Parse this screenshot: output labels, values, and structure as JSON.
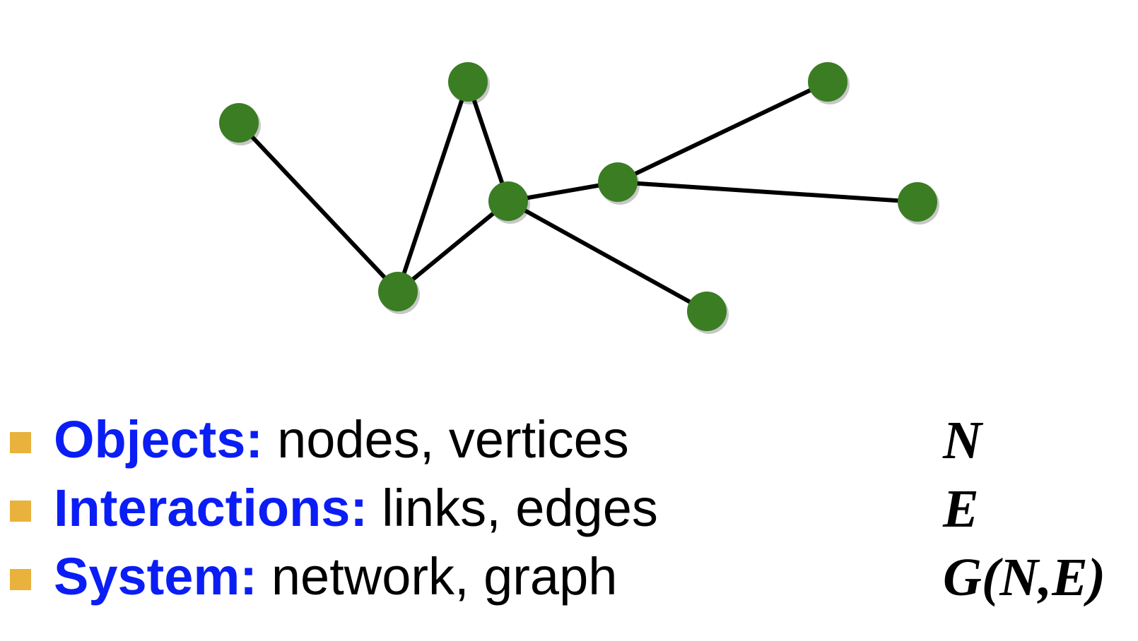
{
  "colors": {
    "accent_blue": "#0b1df5",
    "bullet_orange": "#e8b23c",
    "node_green": "#3a7d23",
    "edge_black": "#000000"
  },
  "graph": {
    "nodes": [
      "n1",
      "n2",
      "n3",
      "n4",
      "n5",
      "n6",
      "n7",
      "n8"
    ],
    "edges": [
      [
        "n1",
        "n2"
      ],
      [
        "n2",
        "n3"
      ],
      [
        "n3",
        "n4"
      ],
      [
        "n2",
        "n4"
      ],
      [
        "n4",
        "n5"
      ],
      [
        "n4",
        "n6"
      ],
      [
        "n5",
        "n7"
      ],
      [
        "n5",
        "n8"
      ]
    ]
  },
  "bullets": [
    {
      "term": "Objects:",
      "description": "nodes, vertices",
      "symbol": "N"
    },
    {
      "term": "Interactions:",
      "description": "links, edges",
      "symbol": "E"
    },
    {
      "term": "System:",
      "description": "network, graph",
      "symbol": "G(N,E)"
    }
  ]
}
